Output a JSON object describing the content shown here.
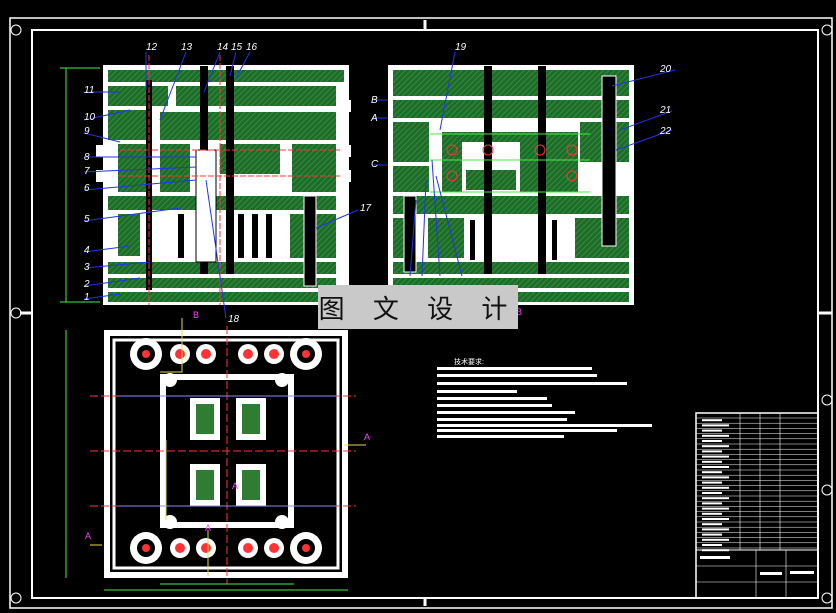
{
  "watermark": "图 文 设 计",
  "notes_title": "技术要求:",
  "part_labels_left": [
    "12",
    "13",
    "14",
    "15",
    "16",
    "11",
    "10",
    "9",
    "8",
    "7",
    "6",
    "5",
    "4",
    "3",
    "2",
    "1",
    "17",
    "18"
  ],
  "part_labels_right": [
    "19",
    "20",
    "21",
    "22"
  ],
  "section_markers": [
    "B",
    "A",
    "C"
  ],
  "dimension_labels": [
    "A",
    "A",
    "B",
    "B",
    "A",
    "A"
  ],
  "colors": {
    "background": "#000000",
    "frame": "#ffffff",
    "mold_fill": "#2e7d32",
    "leader": "#2233ee",
    "dimension": "#ff44ff",
    "centerline": "#ff3333",
    "guide_line": "#e8d84a",
    "watermark_bg": "#c9c9c9"
  }
}
